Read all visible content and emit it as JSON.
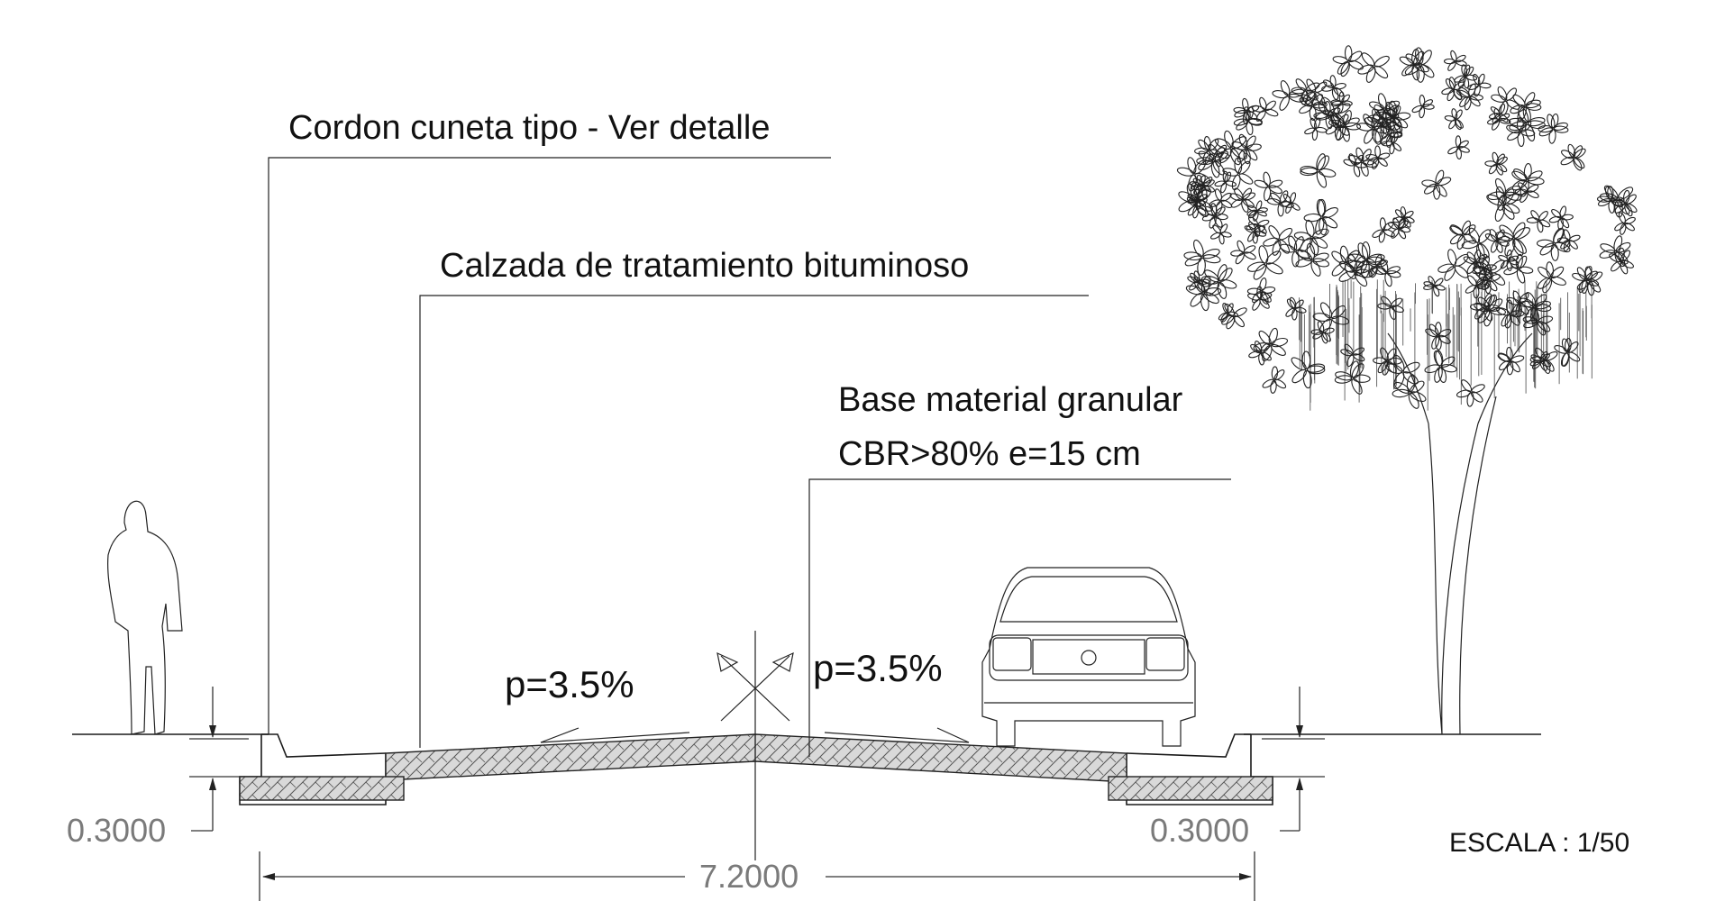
{
  "labels": {
    "curb": "Cordon cuneta tipo - Ver detalle",
    "pavement": "Calzada de tratamiento bituminoso",
    "base_line1": "Base material granular",
    "base_line2": "CBR>80% e=15 cm",
    "slope_left": "p=3.5%",
    "slope_right": "p=3.5%",
    "scale": "ESCALA : 1/50"
  },
  "dimensions": {
    "left_depth": "0.3000",
    "right_depth": "0.3000",
    "total_width": "7.2000"
  }
}
